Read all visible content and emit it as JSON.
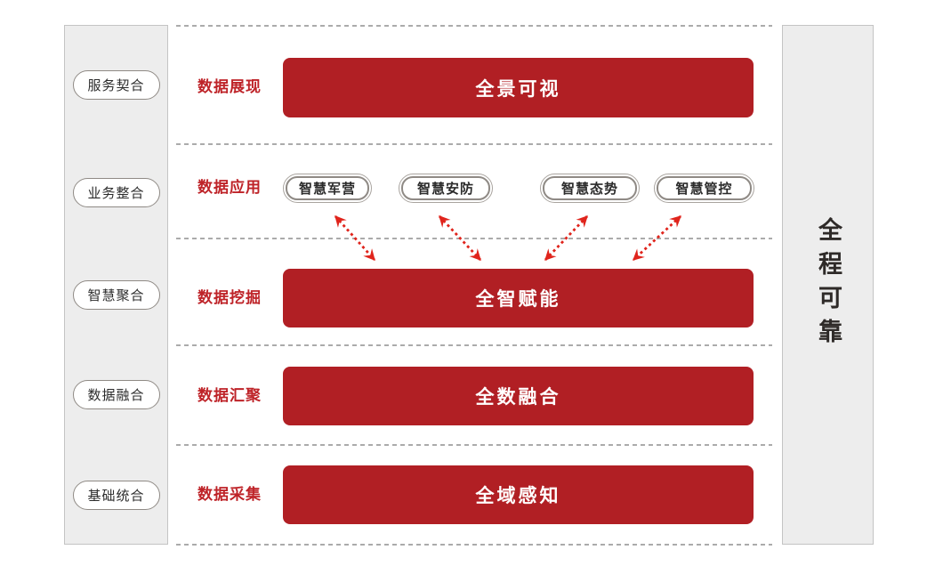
{
  "colors": {
    "bar_red": "#B11F24",
    "label_red": "#BE2328",
    "arrow_red": "#E0241C",
    "panel_bg": "#EDEDED",
    "panel_border": "#C4C4C4",
    "divider_gray": "#ABABAB"
  },
  "left_panel": {
    "items": [
      {
        "label": "服务契合"
      },
      {
        "label": "业务整合"
      },
      {
        "label": "智慧聚合"
      },
      {
        "label": "数据融合"
      },
      {
        "label": "基础统合"
      }
    ]
  },
  "rows": [
    {
      "label": "数据展现",
      "bar": "全景可视"
    },
    {
      "label": "数据应用",
      "apps": [
        "智慧军营",
        "智慧安防",
        "智慧态势",
        "智慧管控"
      ]
    },
    {
      "label": "数据挖掘",
      "bar": "全智赋能"
    },
    {
      "label": "数据汇聚",
      "bar": "全数融合"
    },
    {
      "label": "数据采集",
      "bar": "全域感知"
    }
  ],
  "right_panel": {
    "label": "全程可靠"
  }
}
